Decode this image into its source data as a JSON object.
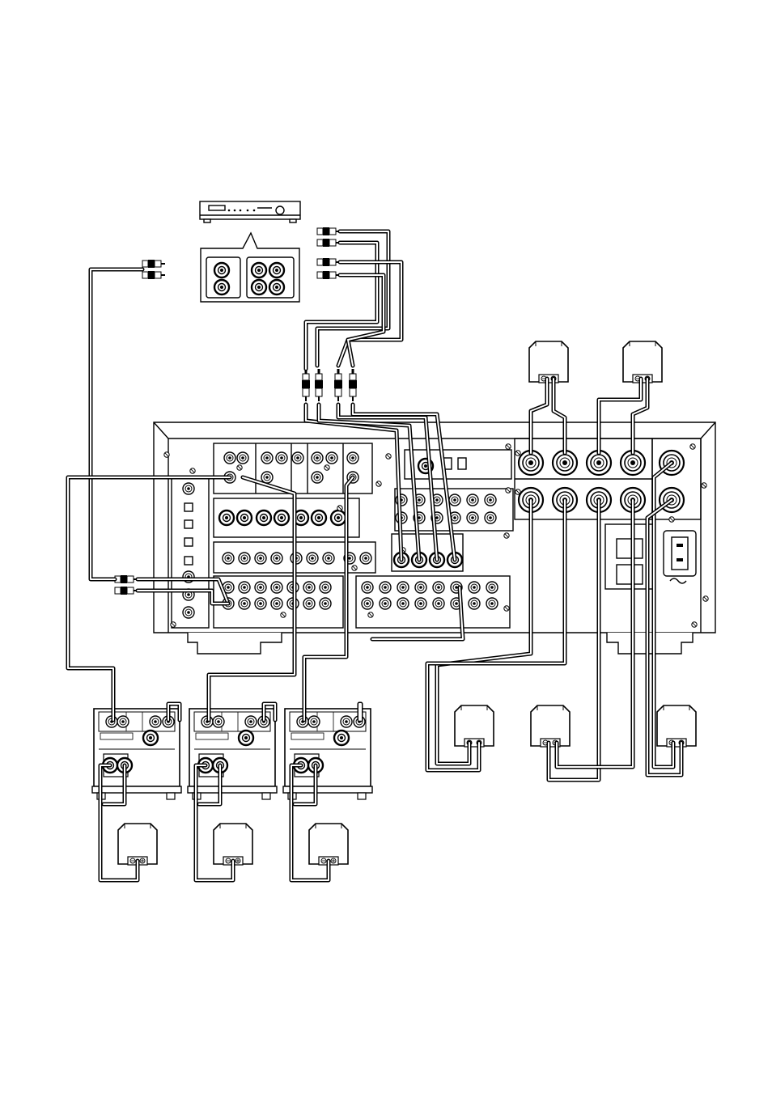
{
  "diagram": {
    "components": {
      "source_player": "source-player",
      "main_receiver": "main-receiver",
      "power_amplifiers": [
        "power-amp-1",
        "power-amp-2",
        "power-amp-3"
      ],
      "speakers_top": [
        "speaker-top-left",
        "speaker-top-right"
      ],
      "speakers_right": [
        "speaker-right-1",
        "speaker-right-2",
        "speaker-right-3"
      ],
      "speakers_bottom": [
        "speaker-bottom-1",
        "speaker-bottom-2",
        "speaker-bottom-3"
      ]
    },
    "icons": {
      "rca_plug": "rca-plug-icon",
      "speaker": "speaker-icon",
      "ac_inlet": "ac-inlet-icon",
      "terminal": "binding-post-icon"
    },
    "colors": {
      "line": "#000000",
      "background": "#ffffff",
      "shade": "#bdbdbd"
    }
  }
}
